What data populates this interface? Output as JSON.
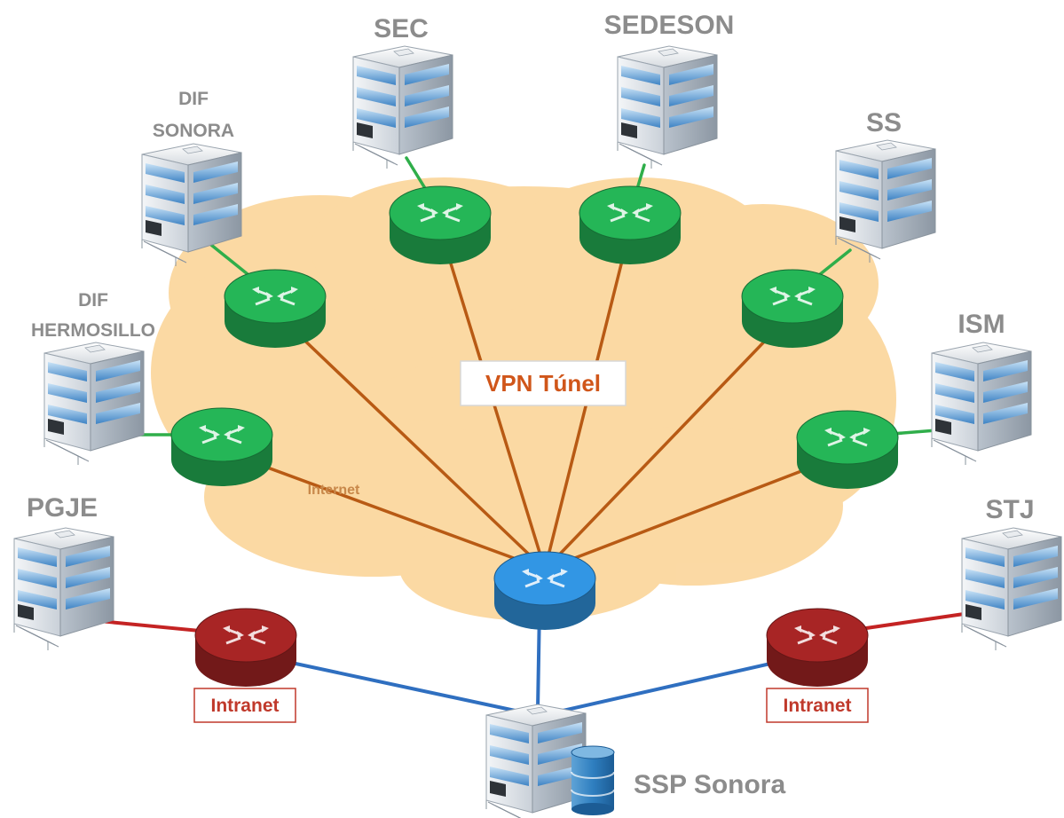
{
  "labels": {
    "sec": "SEC",
    "sedeson": "SEDESON",
    "dif_sonora_1": "DIF",
    "dif_sonora_2": "SONORA",
    "ss": "SS",
    "dif_hermosillo_1": "DIF",
    "dif_hermosillo_2": "HERMOSILLO",
    "ism": "ISM",
    "pgje": "PGJE",
    "stj": "STJ",
    "ssp_sonora": "SSP Sonora",
    "vpn_tunnel": "VPN Túnel",
    "internet": "Internet",
    "intranet_left": "Intranet",
    "intranet_right": "Intranet"
  },
  "colors": {
    "cloud": "#fbd59a",
    "tunnel_line": "#b85a14",
    "access_line": "#2fae4a",
    "intranet_line": "#c42323",
    "backbone_line": "#2f6fc0",
    "router_green": "#1f9a4a",
    "router_blue": "#2a7fc1",
    "router_red": "#8e1f1f",
    "label_gray": "#8c8c8c",
    "vpn_text": "#d0561a",
    "intranet_text": "#c0392b"
  },
  "icons": {
    "building": "office-building-icon",
    "router": "router-icon",
    "database": "database-icon"
  }
}
